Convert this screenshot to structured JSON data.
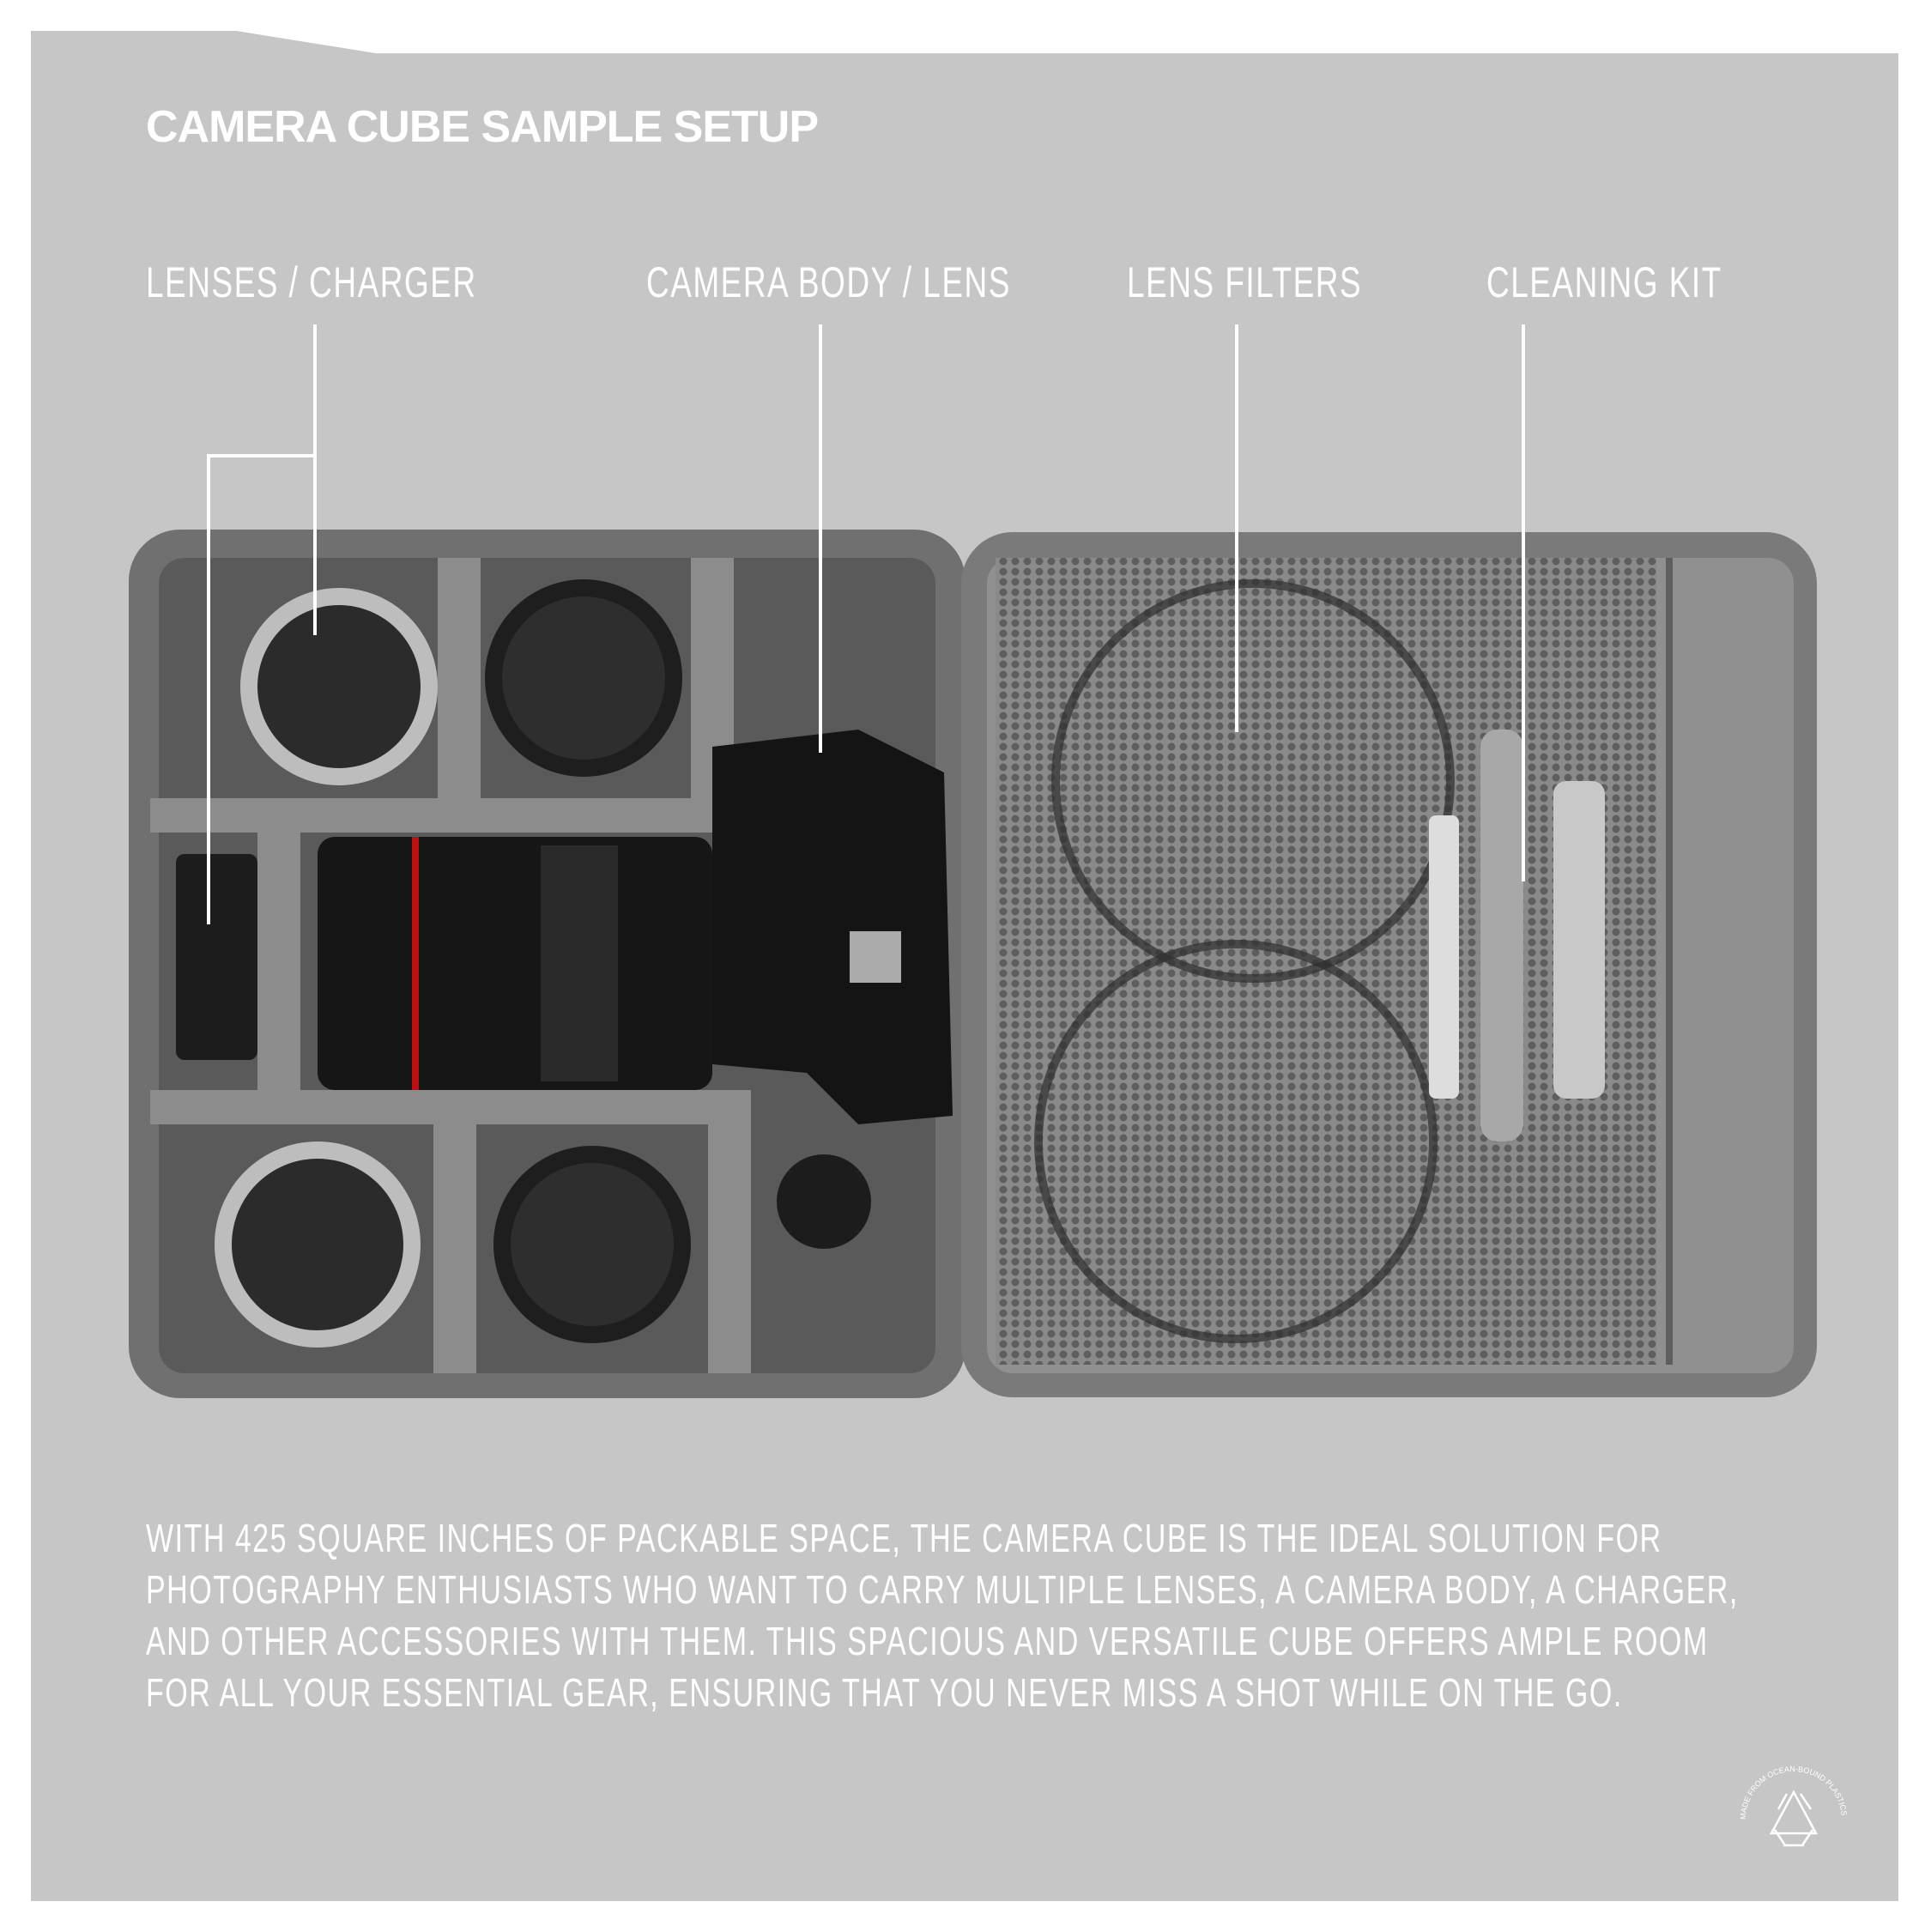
{
  "title": "CAMERA CUBE SAMPLE SETUP",
  "labels": [
    {
      "text": "LENSES / CHARGER"
    },
    {
      "text": "CAMERA BODY / LENS"
    },
    {
      "text": "LENS FILTERS"
    },
    {
      "text": "CLEANING KIT"
    }
  ],
  "description": [
    "WITH 425 SQUARE INCHES OF PACKABLE SPACE, THE CAMERA CUBE IS THE IDEAL SOLUTION FOR",
    "PHOTOGRAPHY ENTHUSIASTS WHO WANT TO CARRY MULTIPLE LENSES, A CAMERA BODY, A CHARGER,",
    "AND OTHER ACCESSORIES WITH THEM. THIS SPACIOUS AND VERSATILE CUBE OFFERS AMPLE ROOM",
    "FOR ALL YOUR ESSENTIAL GEAR, ENSURING THAT YOU NEVER MISS A SHOT WHILE ON THE GO."
  ],
  "badge": {
    "text": "MADE FROM OCEAN-BOUND PLASTICS",
    "icon": "recycle-icon"
  },
  "colors": {
    "background": "#c6c6c6",
    "text": "#ffffff",
    "case": "#6f6f6f"
  }
}
